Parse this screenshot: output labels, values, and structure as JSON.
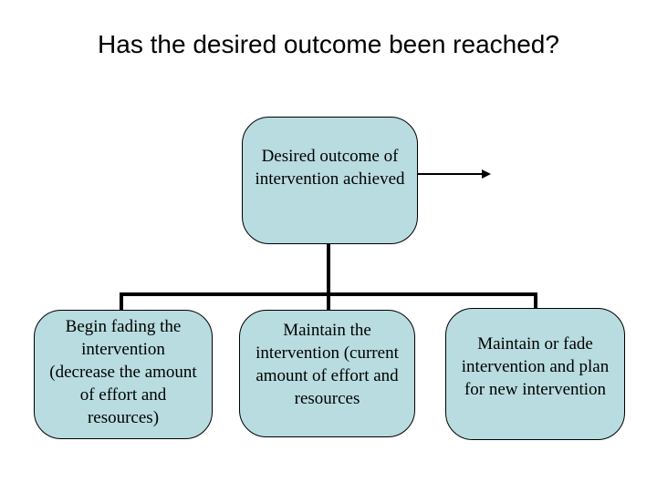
{
  "slide": {
    "title": "Has the desired outcome been reached?",
    "colors": {
      "background": "#ffffff",
      "node_fill": "#b8dce0",
      "node_border": "#000000",
      "connector": "#000000",
      "text": "#000000"
    },
    "diagram": {
      "root_node": {
        "text": "Desired outcome of intervention achieved"
      },
      "arrow": {
        "direction": "right"
      },
      "child_nodes": [
        {
          "text": "Begin fading the intervention (decrease the amount of effort and resources)"
        },
        {
          "text": "Maintain the intervention (current amount of effort and resources"
        },
        {
          "text": "Maintain or fade intervention and plan for new intervention"
        }
      ]
    }
  }
}
